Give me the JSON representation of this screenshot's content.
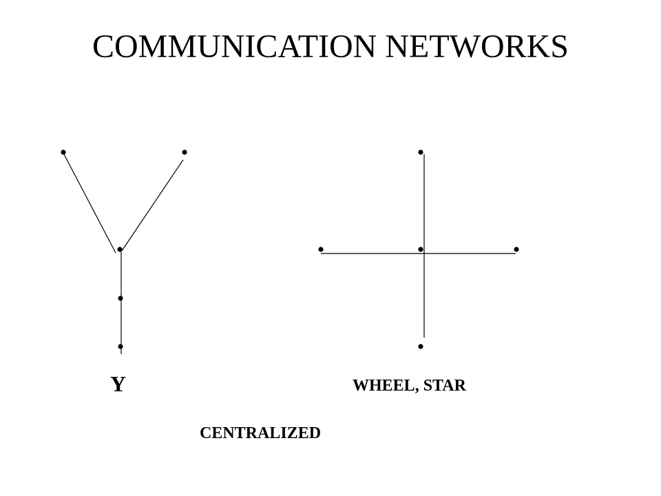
{
  "slide": {
    "title": "COMMUNICATION NETWORKS",
    "networks": [
      {
        "id": "y",
        "label": "Y"
      },
      {
        "id": "wheel",
        "label": "WHEEL, STAR"
      }
    ],
    "category_label": "CENTRALIZED"
  },
  "colors": {
    "background": "#ffffff",
    "ink": "#000000"
  }
}
